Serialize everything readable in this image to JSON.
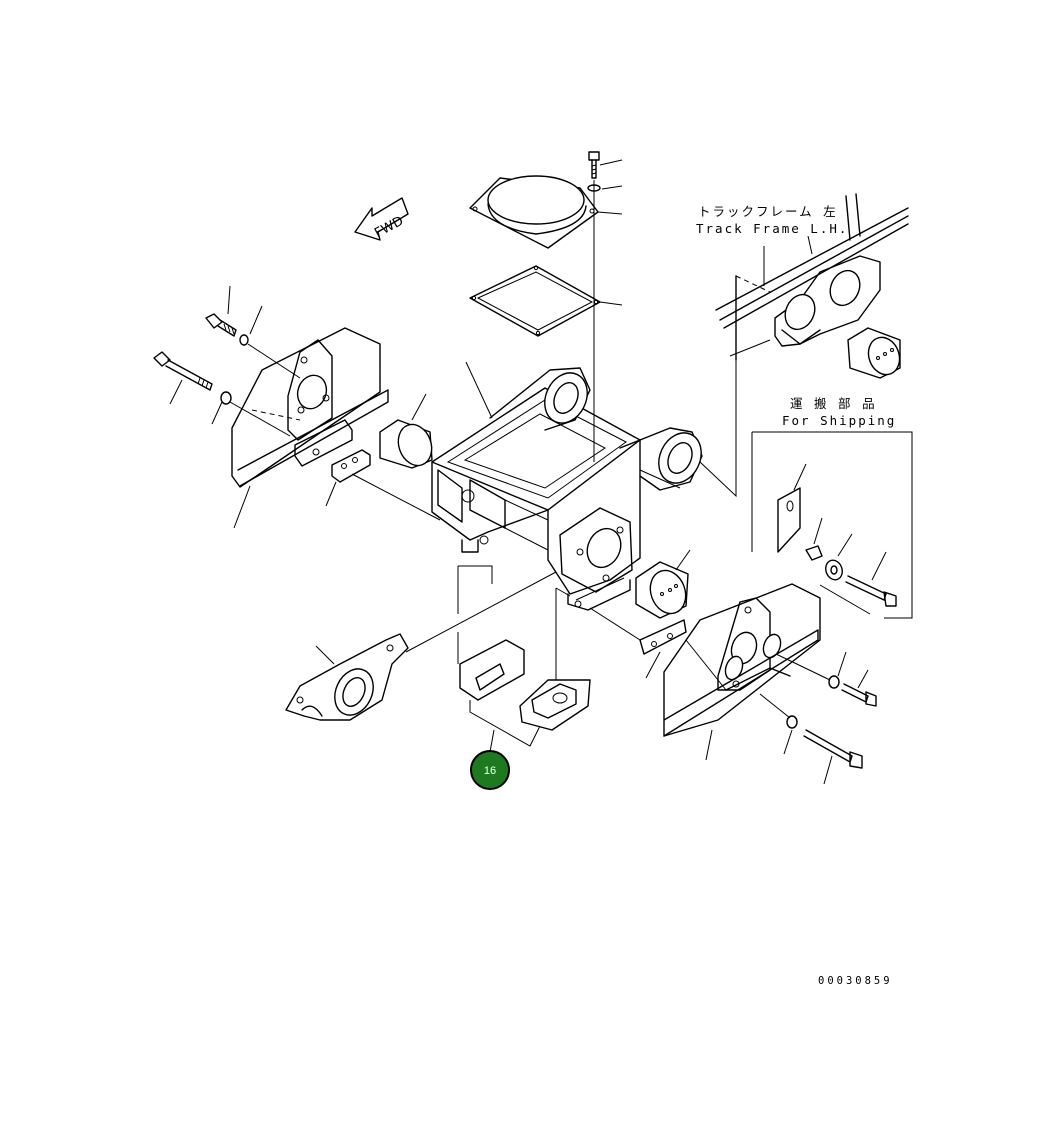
{
  "diagram": {
    "fwd_label": "FWD",
    "track_frame_jp": "トラックフレーム 左",
    "track_frame_en": "Track Frame L.H.",
    "shipping_jp": "運 搬 部 品",
    "shipping_en": "For Shipping",
    "drawing_code": "00030859",
    "callout": {
      "number": "16",
      "color": "#1e7a1e"
    }
  }
}
